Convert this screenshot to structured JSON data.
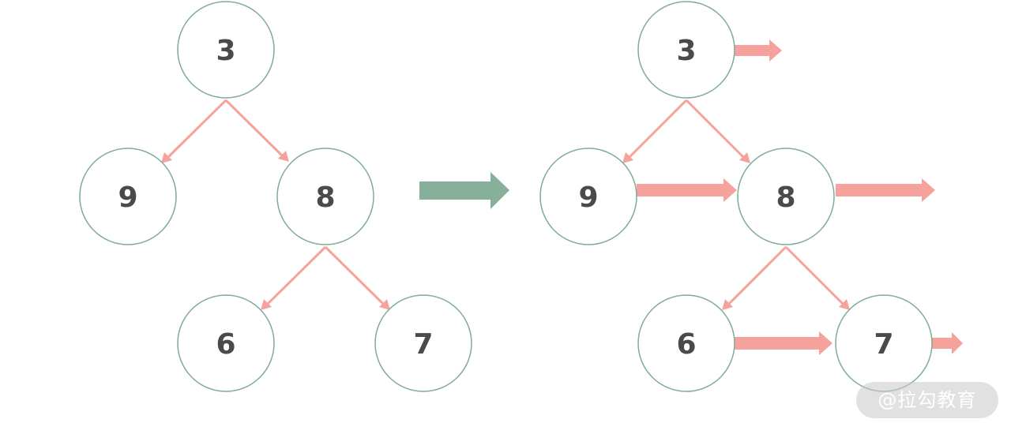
{
  "left_tree": {
    "nodes": [
      {
        "id": "l3",
        "label": "3"
      },
      {
        "id": "l9",
        "label": "9"
      },
      {
        "id": "l8",
        "label": "8"
      },
      {
        "id": "l6",
        "label": "6"
      },
      {
        "id": "l7",
        "label": "7"
      }
    ]
  },
  "right_tree": {
    "nodes": [
      {
        "id": "r3",
        "label": "3"
      },
      {
        "id": "r9",
        "label": "9"
      },
      {
        "id": "r8",
        "label": "8"
      },
      {
        "id": "r6",
        "label": "6"
      },
      {
        "id": "r7",
        "label": "7"
      }
    ]
  },
  "colors": {
    "node_stroke": "#7fab98",
    "edge": "#f6a29c",
    "transform_arrow": "#86b09a",
    "label": "#4a4a4a"
  },
  "watermark": "@拉勾教育"
}
